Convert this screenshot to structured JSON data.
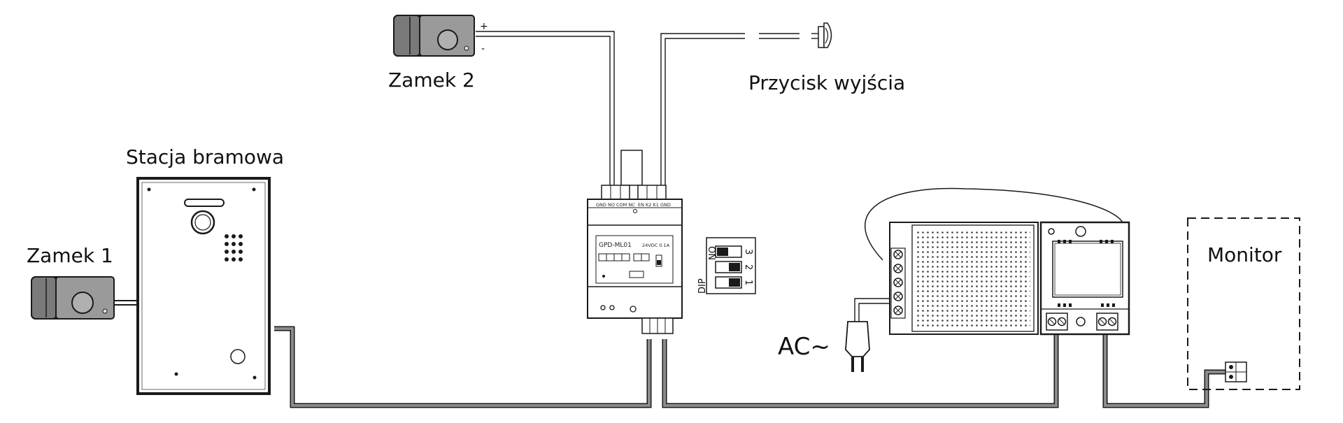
{
  "labels": {
    "zamek1": "Zamek 1",
    "zamek2": "Zamek 2",
    "stacja": "Stacja bramowa",
    "przycisk": "Przycisk wyjścia",
    "monitor": "Monitor",
    "ac": "AC~",
    "dip": "DIP",
    "dip_on": "ON",
    "dip_nums": [
      "1",
      "2",
      "3"
    ],
    "plus": "+",
    "minus": "-",
    "module_model": "GPD-ML01",
    "module_spec": "24VDC 0.1A",
    "terminal_top_left": "GND NO COM NC",
    "terminal_top_right": "EN K2 K1 GND"
  },
  "colors": {
    "outline": "#1a1a1a",
    "wire_gray": "#8c8c8c",
    "device_gray": "#8a8a8a",
    "device_dark": "#5a5a5a",
    "background": "#ffffff"
  }
}
